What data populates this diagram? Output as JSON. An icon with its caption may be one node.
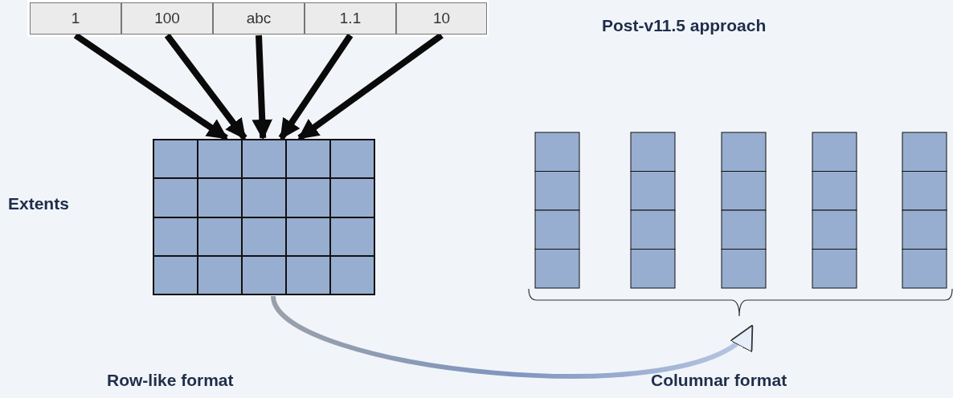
{
  "diagram": {
    "title": "Post-v11.5 approach",
    "nodes": [
      {
        "text": [
          "1"
        ]
      },
      {
        "text": [
          "100"
        ]
      },
      {
        "text": [
          "abc"
        ]
      },
      {
        "text": [
          "1.1"
        ]
      },
      {
        "text": [
          "10"
        ]
      },
      {
        "text": [],
        "shape": "box"
      },
      {
        "text": [],
        "shape": "box"
      }
    ],
    "edges": [
      {
        "from": 0,
        "to": 5,
        "arrow": "to"
      },
      {
        "from": 1,
        "to": 5,
        "arrow": "to"
      },
      {
        "from": 2,
        "to": 5,
        "arrow": "to"
      },
      {
        "from": 3,
        "to": 5,
        "arrow": "to"
      },
      {
        "from": 4,
        "to": 5,
        "arrow": "to"
      },
      {
        "from": 5,
        "to": 6,
        "arrow": "to"
      }
    ],
    "labels": [
      "Extents",
      "Row-like format",
      "Columnar format"
    ]
  }
}
